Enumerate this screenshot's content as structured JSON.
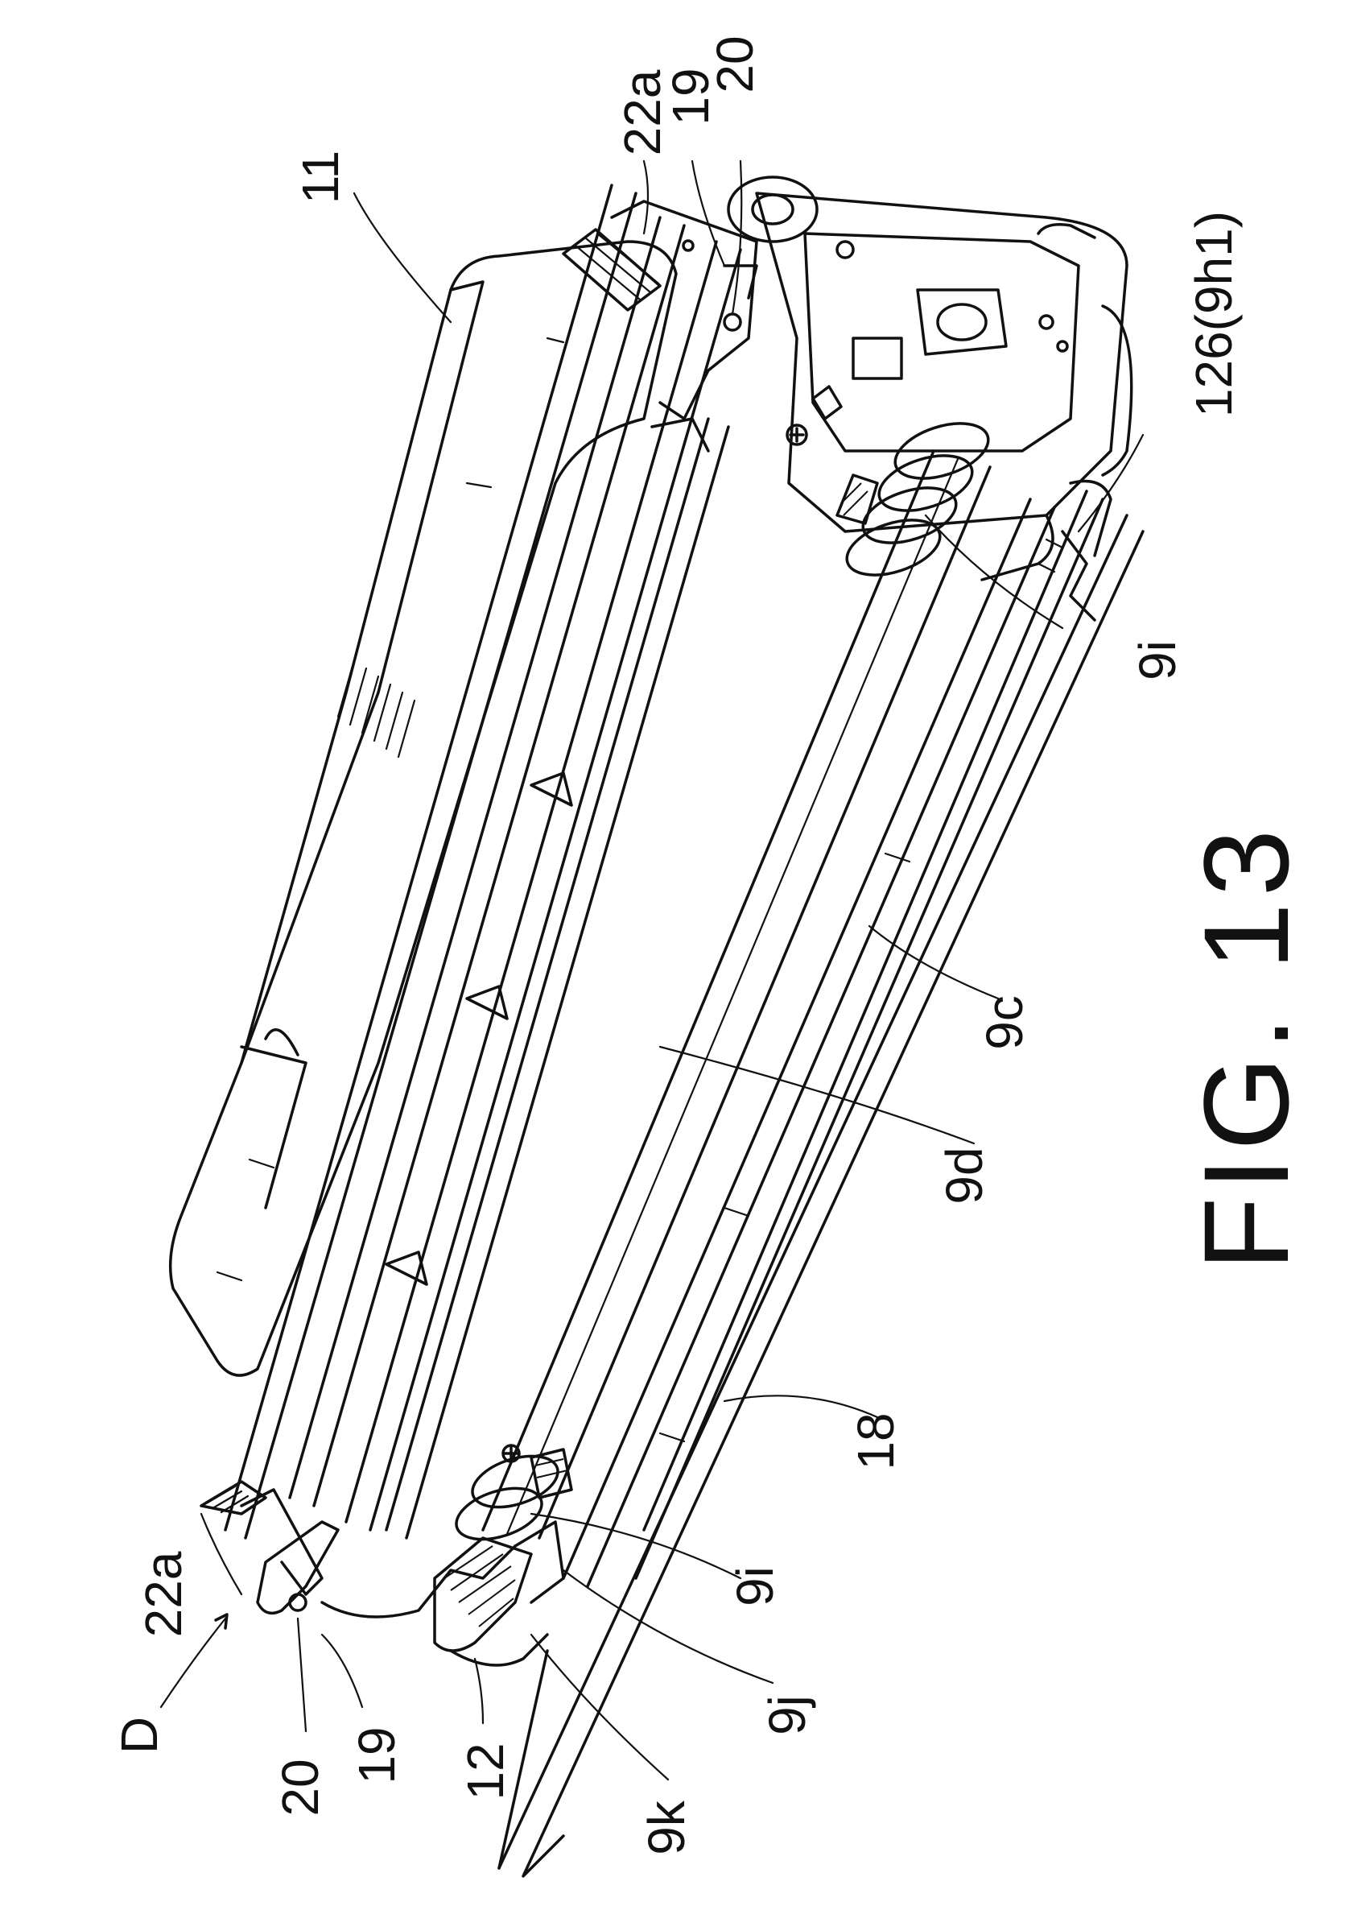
{
  "figure": {
    "caption": "FIG. 13",
    "labels": {
      "ref_11": "11",
      "ref_22a_top": "22a",
      "ref_19_top": "19",
      "ref_20_top": "20",
      "ref_126": "126(9h1)",
      "ref_9i_right": "9i",
      "ref_9c": "9c",
      "ref_9d": "9d",
      "ref_18": "18",
      "ref_9i_left": "9i",
      "ref_9j": "9j",
      "ref_9k": "9k",
      "ref_12": "12",
      "ref_19_bottom": "19",
      "ref_20_bottom": "20",
      "ref_D": "D",
      "ref_22a_bottom": "22a"
    }
  }
}
